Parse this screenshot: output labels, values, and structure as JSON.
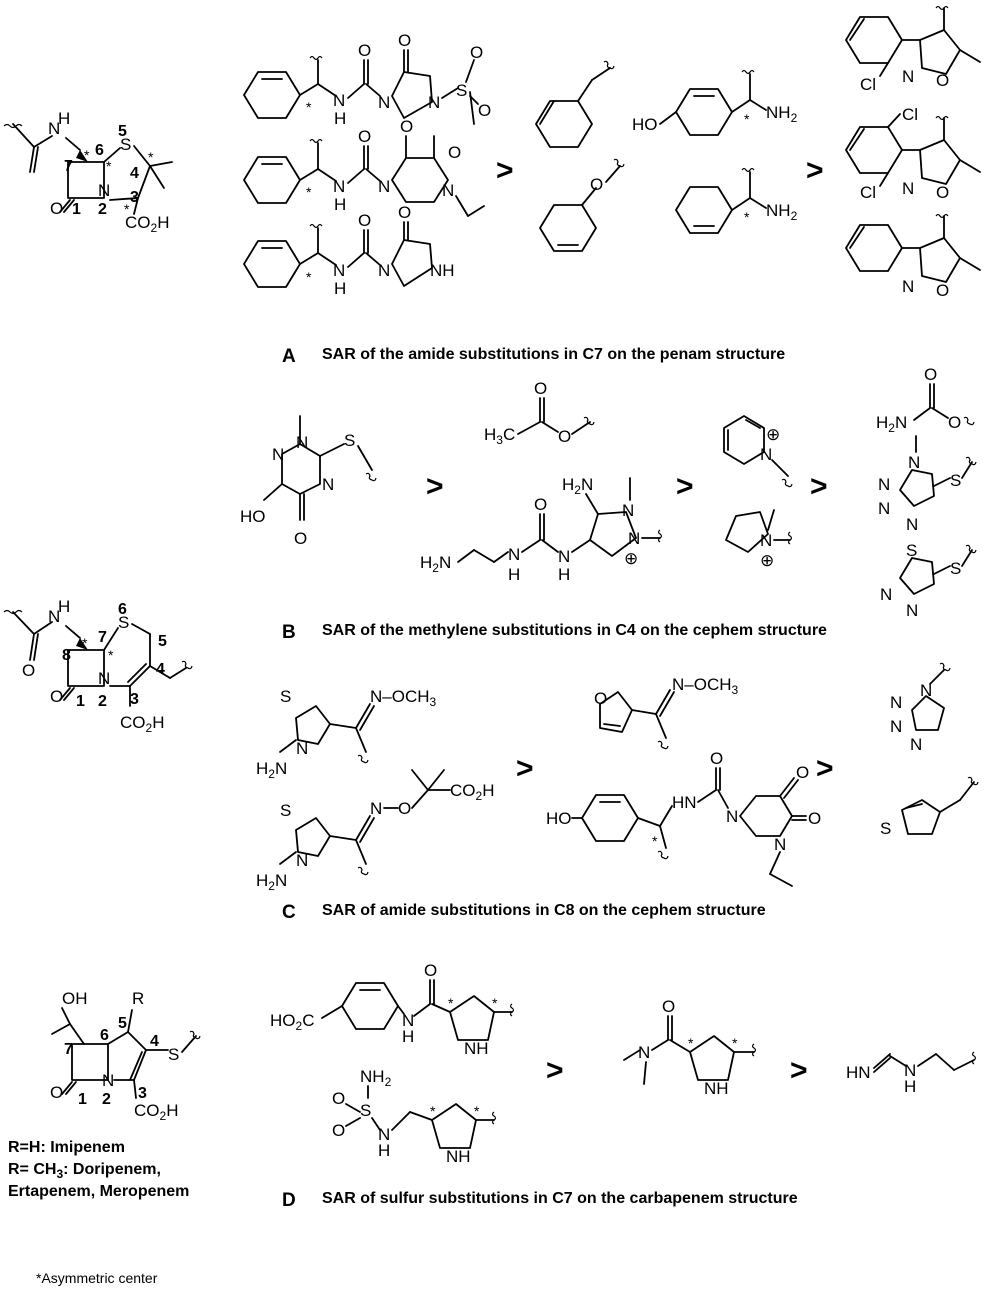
{
  "panels": {
    "A": {
      "letter": "A",
      "caption": "SAR of the amide substitutions in C7 on the penam structure"
    },
    "B": {
      "letter": "B",
      "caption": "SAR of the methylene substitutions in C4 on the cephem structure"
    },
    "C": {
      "letter": "C",
      "caption": "SAR of amide substitutions in C8 on the cephem structure"
    },
    "D": {
      "letter": "D",
      "caption": "SAR of sulfur substitutions in C7 on the carbapenem structure"
    }
  },
  "operators": {
    "greater_than": ">"
  },
  "carbapenem_note": {
    "line1": "R=H: Imipenem",
    "line2_prefix": "R= CH",
    "line2_sub": "3",
    "line2_suffix": ": Doripenem,",
    "line3": "Ertapenem, Meropenem"
  },
  "footnote": "*Asymmetric center",
  "labels": {
    "S": "S",
    "N": "N",
    "O": "O",
    "NH": "NH",
    "HN": "HN",
    "H": "H",
    "Cl": "Cl",
    "HO": "HO",
    "star": "*",
    "plus": "⊕",
    "CO2H": "CO",
    "sub2": "2",
    "sub3": "3",
    "H_suffix": "H",
    "NH2": "NH",
    "H2N": "H",
    "H3C": "H",
    "C": "C",
    "OCH3": "N–OCH",
    "OH": "OH",
    "HO2C": "HO",
    "R": "R"
  },
  "ring_numbers": {
    "penam": [
      "7",
      "6",
      "5",
      "4",
      "3",
      "2",
      "1"
    ],
    "cephem": [
      "8",
      "7",
      "6",
      "5",
      "4",
      "3",
      "2",
      "1"
    ],
    "carbapenem": [
      "7",
      "6",
      "5",
      "4",
      "3",
      "2",
      "1"
    ]
  }
}
